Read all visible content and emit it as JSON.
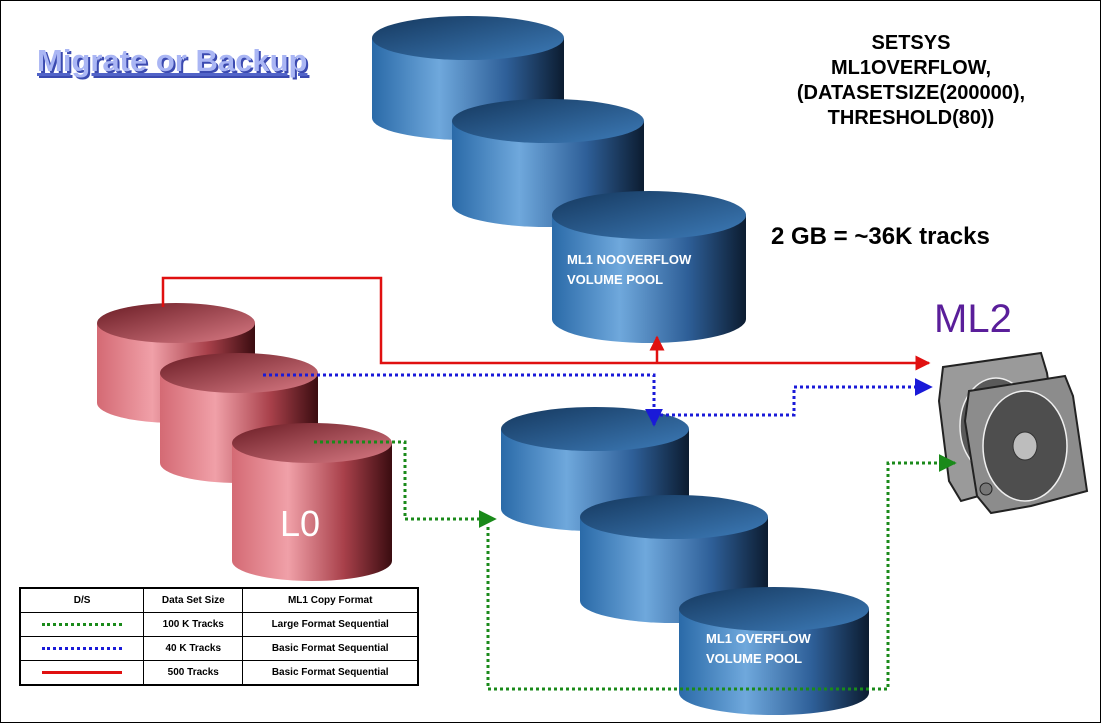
{
  "title": "Migrate or Backup",
  "setsys_lines": [
    "SETSYS",
    "ML1OVERFLOW,",
    "(DATASETSIZE(200000),",
    "THRESHOLD(80))"
  ],
  "gb_note": "2 GB = ~36K tracks",
  "ml2_label": "ML2",
  "l0_label": "L0",
  "nooverflow_pool": [
    "ML1 NOOVERFLOW",
    "VOLUME POOL"
  ],
  "overflow_pool": [
    "ML1 OVERFLOW",
    "VOLUME POOL"
  ],
  "colors": {
    "green": "#1a8a1a",
    "blue": "#1a1ad8",
    "red": "#e01010",
    "pool_blue": "#2f6fb0",
    "l0_red": "#c05058"
  },
  "legend": {
    "headers": [
      "D/S",
      "Data Set Size",
      "ML1 Copy Format"
    ],
    "rows": [
      {
        "line": "dotted-green",
        "size": "100 K Tracks",
        "format": "Large Format Sequential"
      },
      {
        "line": "dotted-blue",
        "size": "40 K Tracks",
        "format": "Basic Format Sequential"
      },
      {
        "line": "solid-red",
        "size": "500 Tracks",
        "format": "Basic Format Sequential"
      }
    ]
  }
}
